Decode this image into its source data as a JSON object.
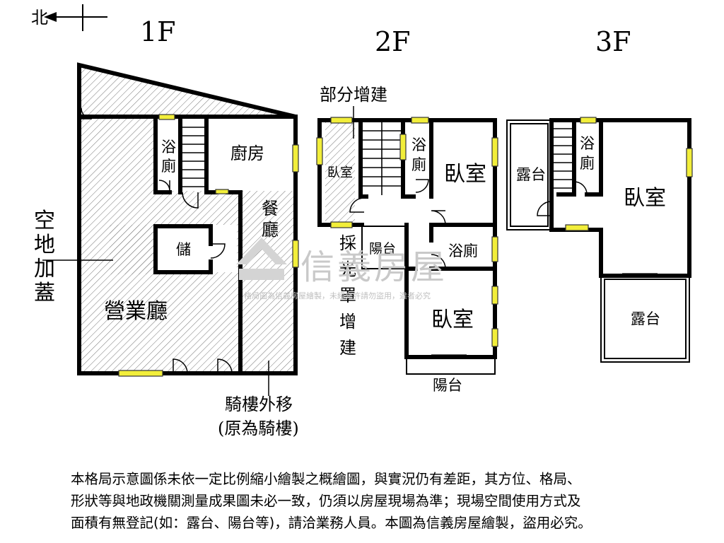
{
  "compass": {
    "label": "北"
  },
  "floors": {
    "f1": "1F",
    "f2": "2F",
    "f3": "3F"
  },
  "f1": {
    "bath_l1": "浴",
    "bath_l2": "廁",
    "kitchen": "廚房",
    "dining_l1": "餐",
    "dining_l2": "廳",
    "storage": "儲",
    "business_hall": "營業廳",
    "vacant_land": [
      "空",
      "地",
      "加",
      "蓋"
    ],
    "arcade_l1": "騎樓外移",
    "arcade_l2": "(原為騎樓)"
  },
  "f2": {
    "partial_addition": "部分增建",
    "bedroom_small": "臥室",
    "bath_l1": "浴",
    "bath_l2": "廁",
    "bedroom_ne": "臥室",
    "balcony_mid": "陽台",
    "skylight": [
      "採",
      "光",
      "罩",
      "增",
      "建"
    ],
    "bath2": "浴廁",
    "bedroom_s": "臥室",
    "balcony_s": "陽台"
  },
  "f3": {
    "terrace_w": "露台",
    "bath_l1": "浴",
    "bath_l2": "廁",
    "bedroom": "臥室",
    "terrace_s": "露台"
  },
  "watermark": {
    "brand": "信義房屋",
    "notice": "格局圖為信義房屋繪製，未經允許請勿盜用，違者必究"
  },
  "disclaimer": [
    "本格局示意圖係未依一定比例縮小繪製之概繪圖，與實況仍有差距，其方位、格局、",
    "形狀等與地政機關測量成果圖未必一致，仍須以房屋現場為準；現場空間使用方式及",
    "面積有無登記(如：露台、陽台等)，請洽業務人員。本圖為信義房屋繪製，盜用必究。"
  ]
}
